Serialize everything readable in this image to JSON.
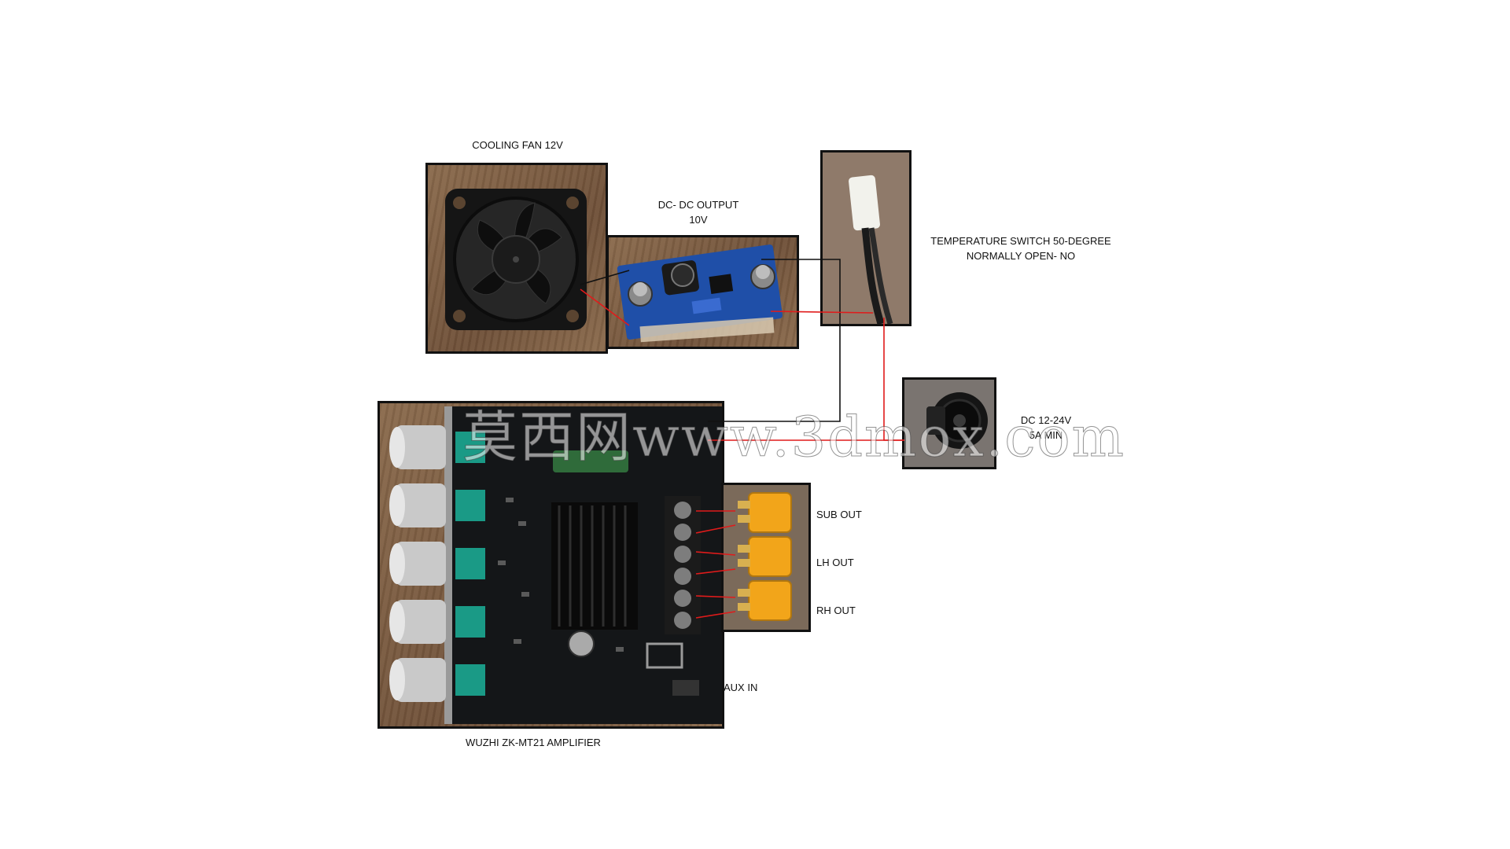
{
  "labels": {
    "fan": "COOLING FAN 12V",
    "dcdc_line1": "DC- DC OUTPUT",
    "dcdc_line2": "10V",
    "temp_line1": "TEMPERATURE SWITCH 50-DEGREE",
    "temp_line2": "NORMALLY OPEN- NO",
    "dc_in_line1": "DC 12-24V",
    "dc_in_line2": "5A MIN",
    "sub_out": "SUB OUT",
    "lh_out": "LH OUT",
    "rh_out": "RH OUT",
    "aux_in": "AUX IN",
    "amplifier": "WUZHI ZK-MT21 AMPLIFIER"
  },
  "watermark": "莫西网www.3dmox.com",
  "colors": {
    "positive_wire": "#e01b1b",
    "negative_wire": "#111111",
    "frame": "#111111",
    "pcb": "#16181a",
    "connector": "#f2a51a",
    "pot": "#1a9a86"
  },
  "icons": [
    "fan-icon",
    "buck-converter-icon",
    "thermal-switch-icon",
    "dc-jack-icon",
    "amplifier-board-icon",
    "xt60-connector-icon"
  ]
}
